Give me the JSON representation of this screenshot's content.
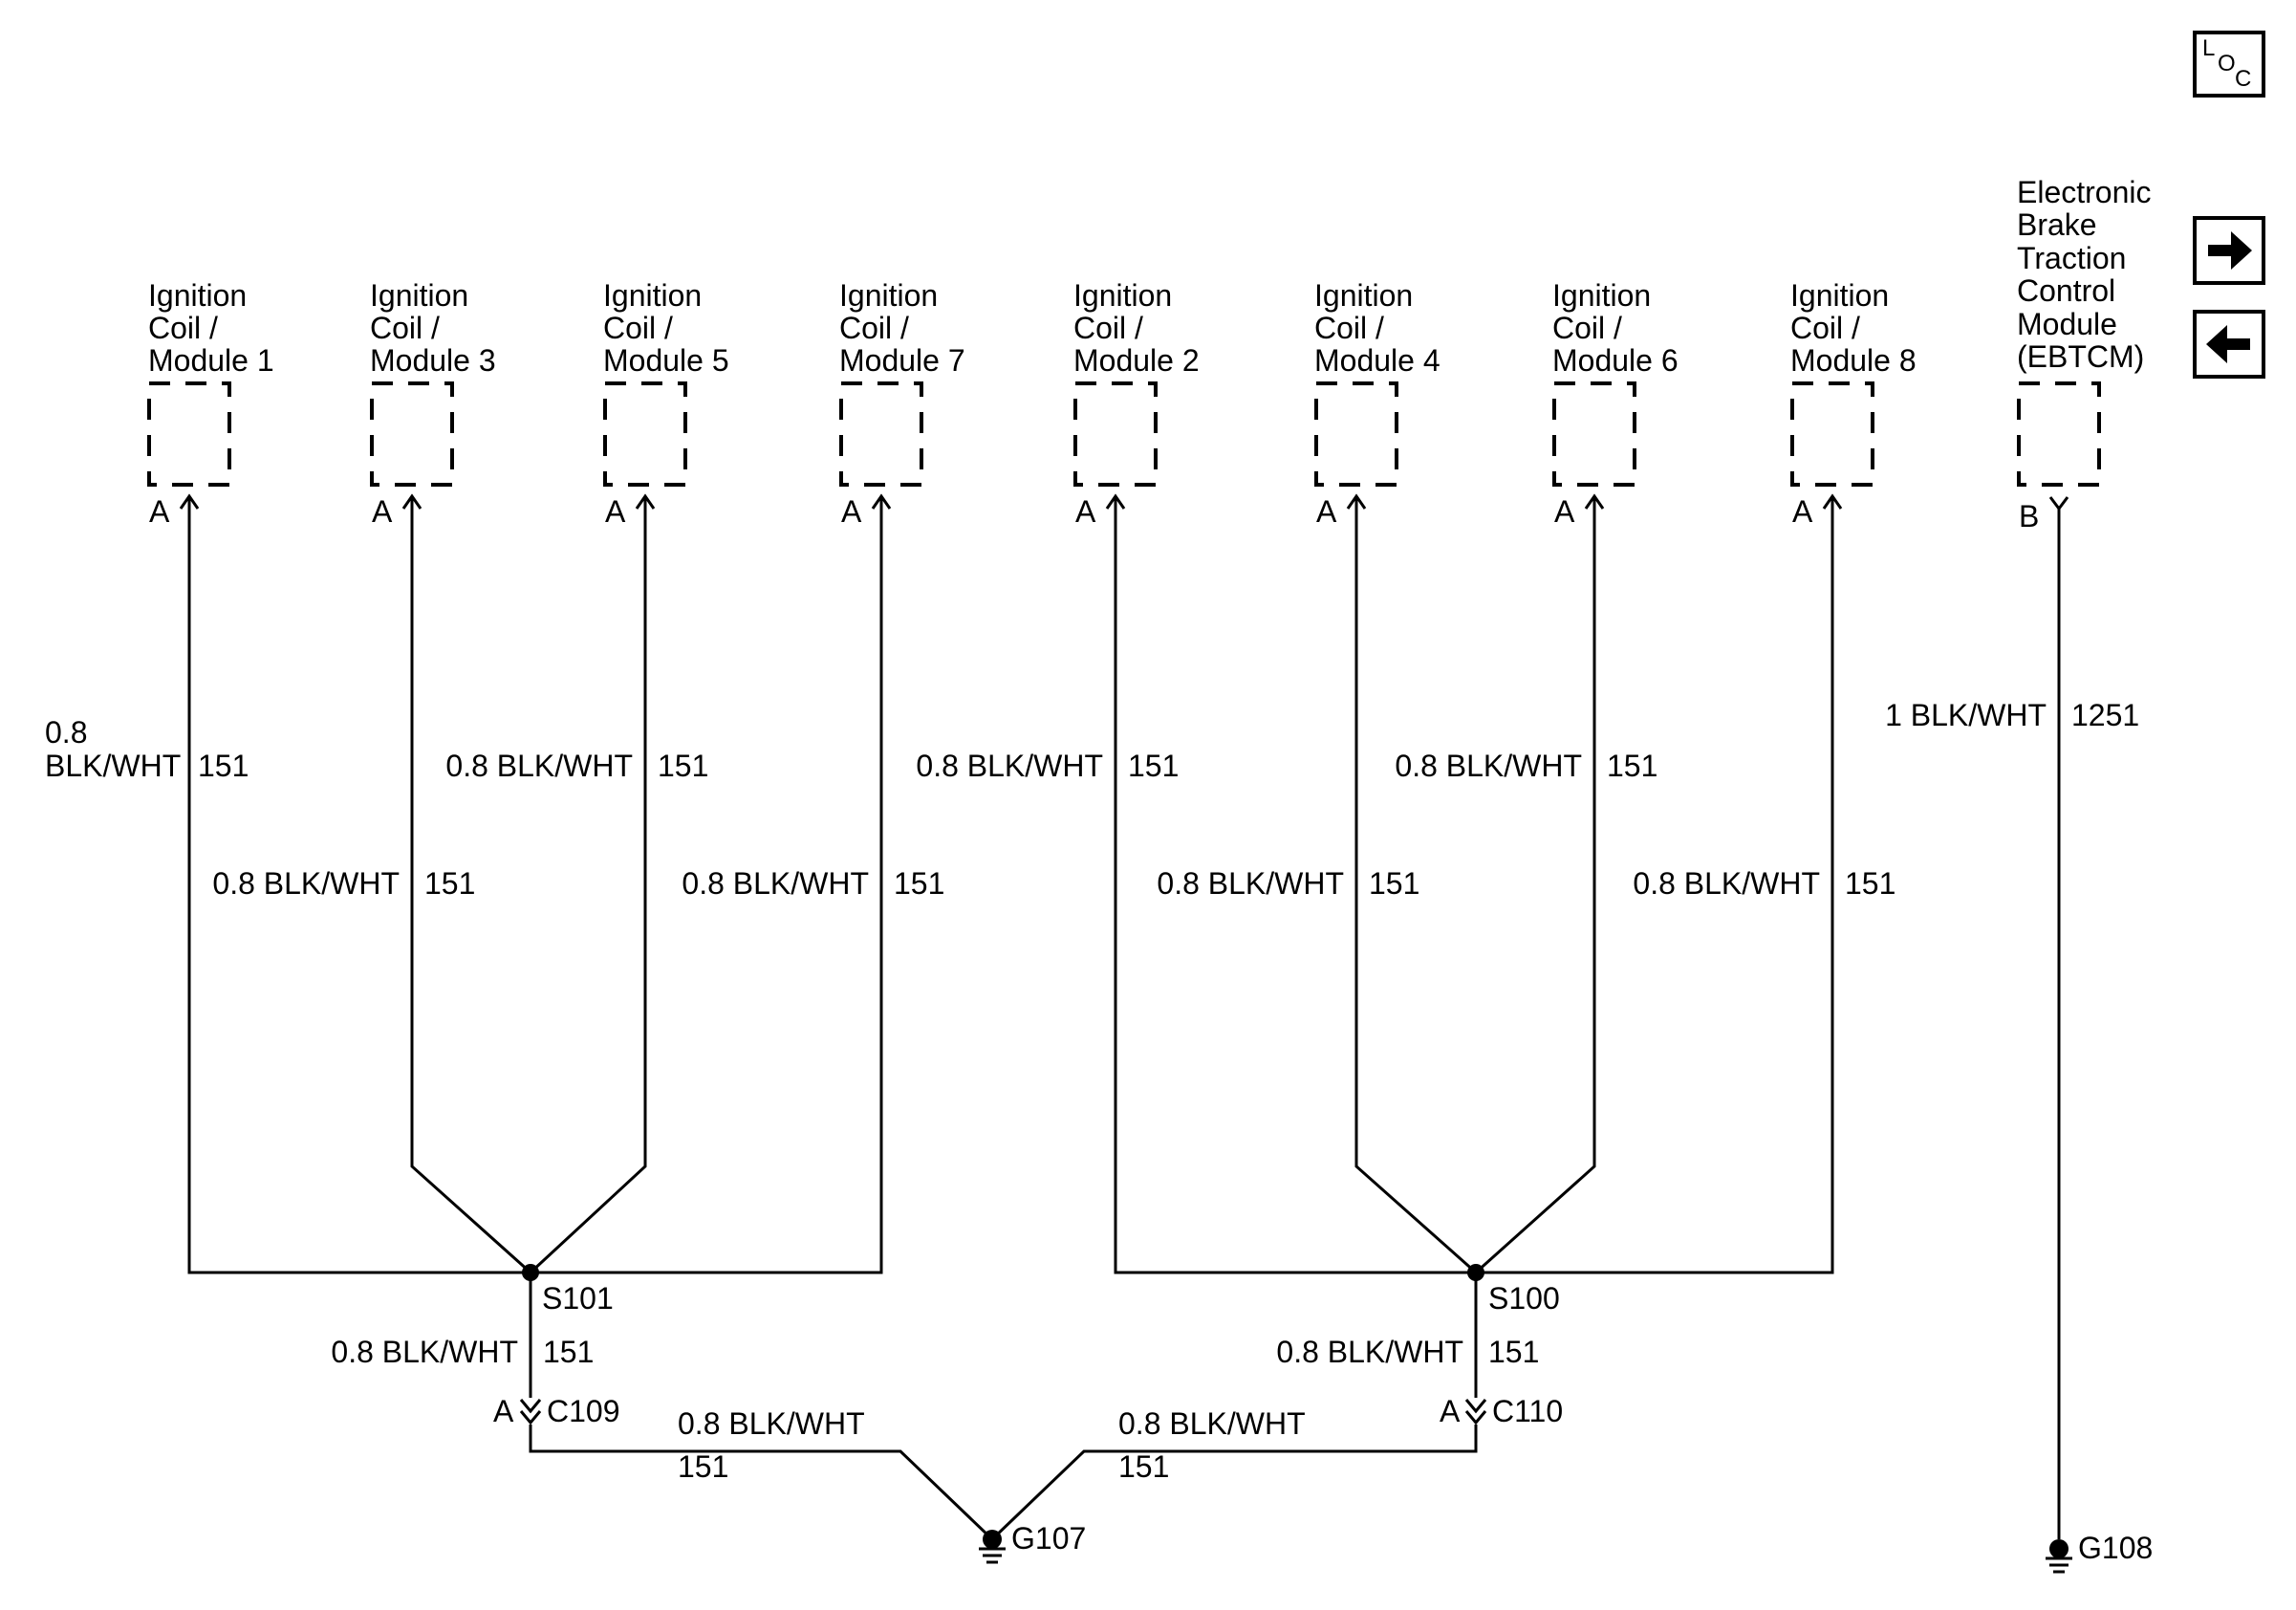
{
  "components": [
    {
      "lines": [
        "Ignition",
        "Coil /",
        "Module 1"
      ],
      "pin": "A"
    },
    {
      "lines": [
        "Ignition",
        "Coil /",
        "Module 3"
      ],
      "pin": "A"
    },
    {
      "lines": [
        "Ignition",
        "Coil /",
        "Module 5"
      ],
      "pin": "A"
    },
    {
      "lines": [
        "Ignition",
        "Coil /",
        "Module 7"
      ],
      "pin": "A"
    },
    {
      "lines": [
        "Ignition",
        "Coil /",
        "Module 2"
      ],
      "pin": "A"
    },
    {
      "lines": [
        "Ignition",
        "Coil /",
        "Module 4"
      ],
      "pin": "A"
    },
    {
      "lines": [
        "Ignition",
        "Coil /",
        "Module 6"
      ],
      "pin": "A"
    },
    {
      "lines": [
        "Ignition",
        "Coil /",
        "Module 8"
      ],
      "pin": "A"
    },
    {
      "lines": [
        "Electronic",
        "Brake",
        "Traction",
        "Control",
        "Module",
        "(EBTCM)"
      ],
      "pin": "B"
    }
  ],
  "wires": [
    {
      "size": "0.8",
      "color": "BLK/WHT",
      "circuit": "151"
    },
    {
      "size": "0.8",
      "color": "BLK/WHT",
      "circuit": "151"
    },
    {
      "size": "0.8",
      "color": "BLK/WHT",
      "circuit": "151"
    },
    {
      "size": "0.8",
      "color": "BLK/WHT",
      "circuit": "151"
    },
    {
      "size": "0.8",
      "color": "BLK/WHT",
      "circuit": "151"
    },
    {
      "size": "0.8",
      "color": "BLK/WHT",
      "circuit": "151"
    },
    {
      "size": "0.8",
      "color": "BLK/WHT",
      "circuit": "151"
    },
    {
      "size": "0.8",
      "color": "BLK/WHT",
      "circuit": "151"
    },
    {
      "size": "1",
      "color": "BLK/WHT",
      "circuit": "1251"
    }
  ],
  "splices": [
    {
      "name": "S101",
      "wire": "0.8 BLK/WHT",
      "circuit": "151"
    },
    {
      "name": "S100",
      "wire": "0.8 BLK/WHT",
      "circuit": "151"
    }
  ],
  "connectors": [
    {
      "name": "C109",
      "pin": "A"
    },
    {
      "name": "C110",
      "pin": "A"
    }
  ],
  "ground_wires": [
    {
      "wire": "0.8 BLK/WHT",
      "circuit": "151"
    },
    {
      "wire": "0.8 BLK/WHT",
      "circuit": "151"
    }
  ],
  "grounds": [
    "G107",
    "G108"
  ],
  "nav": {
    "loc_icon": "location-icon",
    "next_icon": "arrow-right-icon",
    "prev_icon": "arrow-left-icon",
    "loc_top": "L",
    "loc_mid": "O",
    "loc_bot": "C"
  }
}
